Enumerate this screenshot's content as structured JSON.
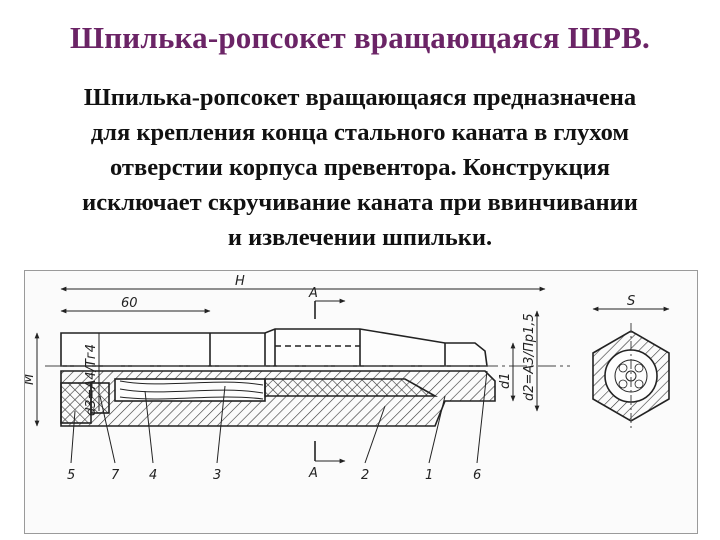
{
  "slide": {
    "title": "Шпилька-ропсокет вращающаяся ШРВ.",
    "lines": [
      "Шпилька-ропсокет вращающаяся предназначена",
      "для крепления конца стального каната в глухом",
      "отверстии корпуса превентора. Конструкция",
      "исключает скручивание каната при ввинчивании",
      "и извлечении шпильки."
    ]
  },
  "drawing": {
    "dim_h": "H",
    "dim_60": "60",
    "dim_a_top": "A",
    "dim_a_bottom": "A",
    "dim_m": "M",
    "dim_d3": "d3=A4/Тг4",
    "dim_d1": "d1",
    "dim_d2": "d2=A3/Пр1,5",
    "dim_s": "S",
    "parts": [
      "5",
      "7",
      "4",
      "3",
      "2",
      "1",
      "6"
    ]
  }
}
